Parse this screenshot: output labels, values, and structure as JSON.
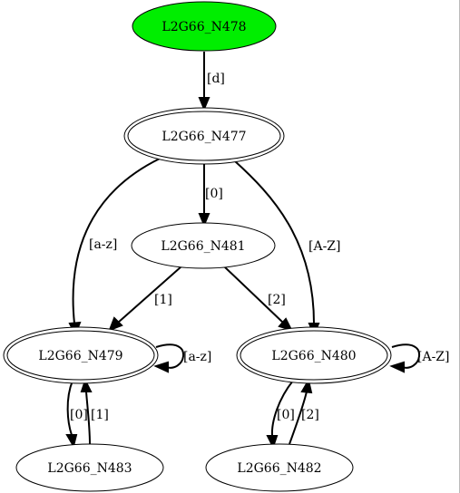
{
  "colors": {
    "start_fill": "#00ee00",
    "default_fill": "#ffffff",
    "stroke": "#000000"
  },
  "nodes": {
    "n478": {
      "label": "L2G66_N478",
      "kind": "start"
    },
    "n477": {
      "label": "L2G66_N477",
      "kind": "accepting"
    },
    "n481": {
      "label": "L2G66_N481",
      "kind": "normal"
    },
    "n479": {
      "label": "L2G66_N479",
      "kind": "accepting"
    },
    "n480": {
      "label": "L2G66_N480",
      "kind": "accepting"
    },
    "n483": {
      "label": "L2G66_N483",
      "kind": "normal"
    },
    "n482": {
      "label": "L2G66_N482",
      "kind": "normal"
    }
  },
  "edges": {
    "n478_n477": {
      "from": "L2G66_N478",
      "to": "L2G66_N477",
      "label": "[d]"
    },
    "n477_n479": {
      "from": "L2G66_N477",
      "to": "L2G66_N479",
      "label": "[a-z]"
    },
    "n477_n481": {
      "from": "L2G66_N477",
      "to": "L2G66_N481",
      "label": "[0]"
    },
    "n477_n480": {
      "from": "L2G66_N477",
      "to": "L2G66_N480",
      "label": "[A-Z]"
    },
    "n481_n479": {
      "from": "L2G66_N481",
      "to": "L2G66_N479",
      "label": "[1]"
    },
    "n481_n480": {
      "from": "L2G66_N481",
      "to": "L2G66_N480",
      "label": "[2]"
    },
    "n479_self": {
      "from": "L2G66_N479",
      "to": "L2G66_N479",
      "label": "[a-z]"
    },
    "n480_self": {
      "from": "L2G66_N480",
      "to": "L2G66_N480",
      "label": "[A-Z]"
    },
    "n479_n483": {
      "from": "L2G66_N479",
      "to": "L2G66_N483",
      "label": "[0]"
    },
    "n483_n479": {
      "from": "L2G66_N483",
      "to": "L2G66_N479",
      "label": "[1]"
    },
    "n480_n482": {
      "from": "L2G66_N480",
      "to": "L2G66_N482",
      "label": "[0]"
    },
    "n482_n480": {
      "from": "L2G66_N482",
      "to": "L2G66_N480",
      "label": "[2]"
    }
  }
}
